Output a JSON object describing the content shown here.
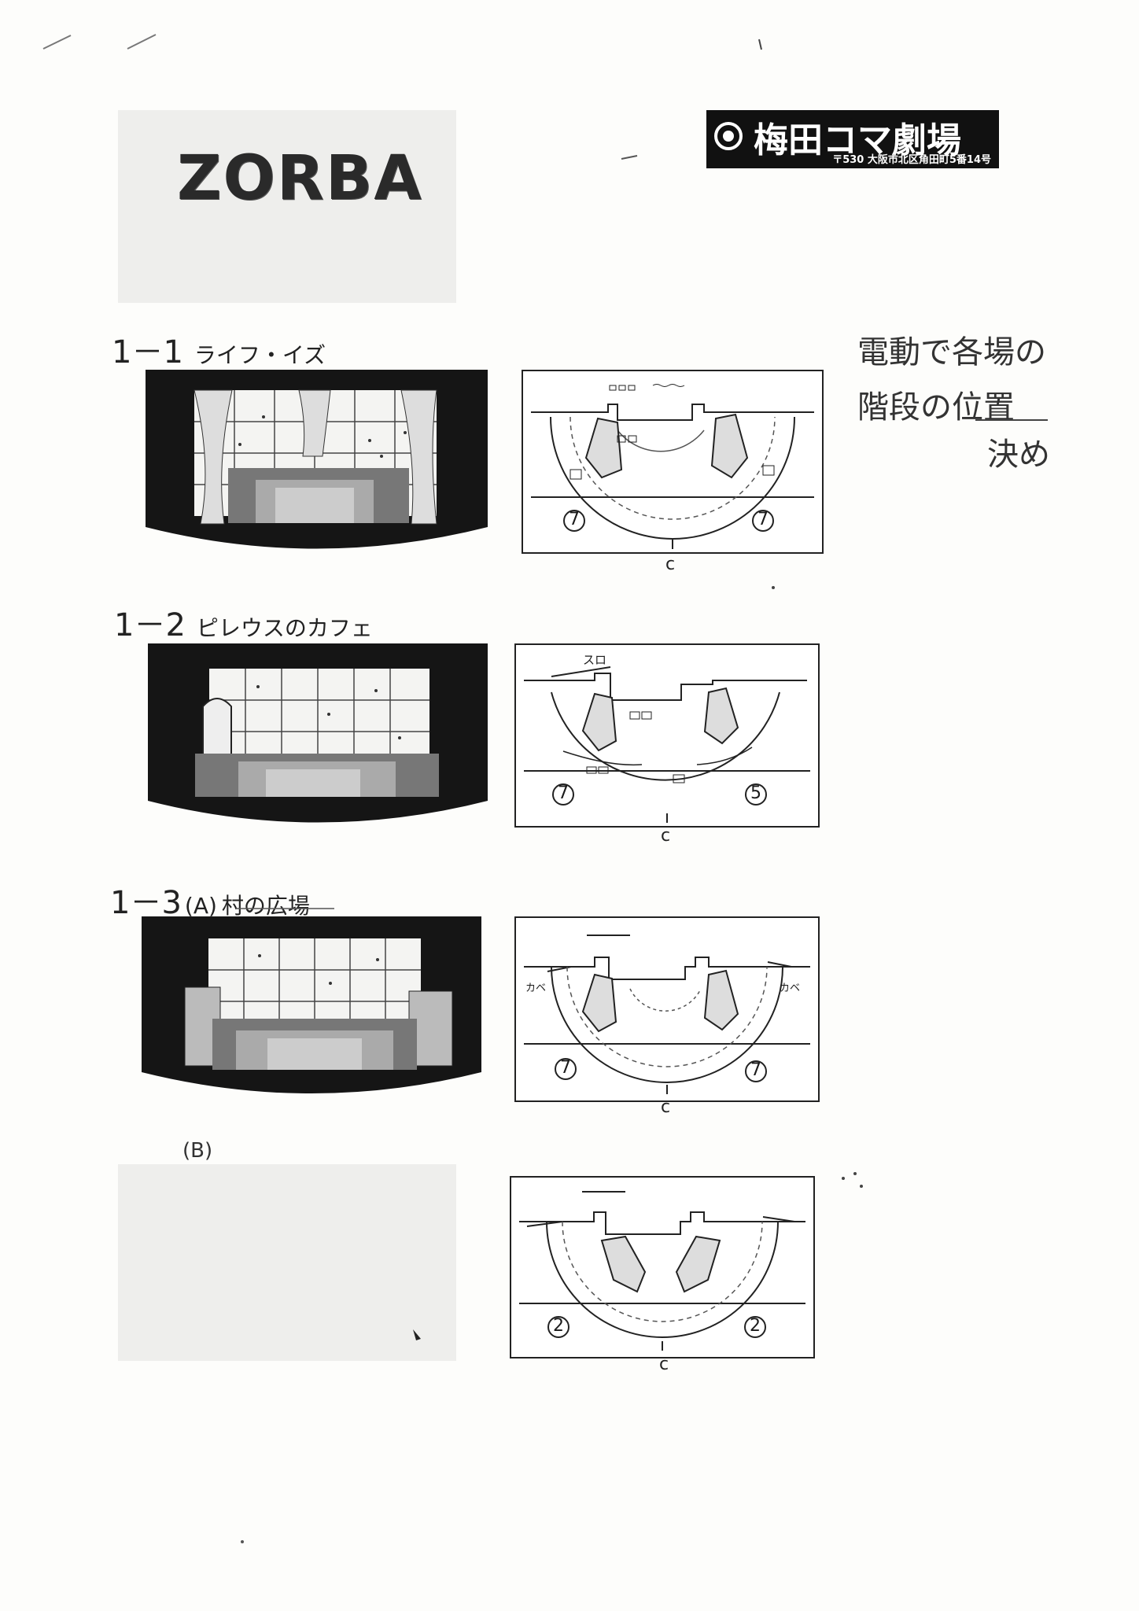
{
  "header": {
    "title": "ZORBA",
    "theater_name": "梅田コマ劇場",
    "theater_address": "〒530 大阪市北区角田町5番14号"
  },
  "note": {
    "line1": "電動で各場の",
    "line2": "階段の位置",
    "line3": "決め"
  },
  "scenes": [
    {
      "number": "1－1",
      "name": "ライフ・イズ",
      "plan_left_num": "7",
      "plan_right_num": "7",
      "center": "c"
    },
    {
      "number": "1－2",
      "name": "ピレウスのカフェ",
      "plan_left_num": "7",
      "plan_right_num": "5",
      "center": "c",
      "plan_note": "スロ"
    },
    {
      "number": "1－3",
      "variant": "(A)",
      "name": "村の広場",
      "plan_left_num": "7",
      "plan_right_num": "7",
      "center": "c",
      "plan_note_left": "カベ",
      "plan_note_right": "カベ"
    },
    {
      "variant": "(B)",
      "plan_left_num": "2",
      "plan_right_num": "2",
      "center": "c"
    }
  ],
  "colors": {
    "ink": "#1a1a1a",
    "paper": "#fdfdfb"
  }
}
